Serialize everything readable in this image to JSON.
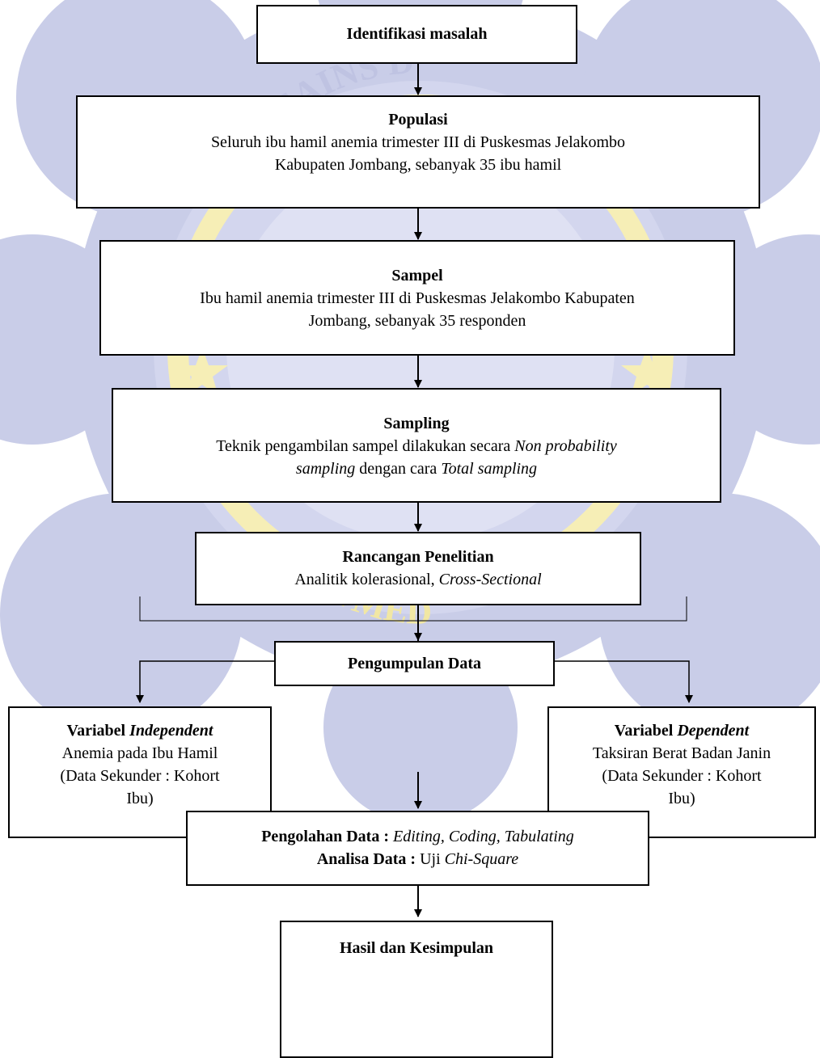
{
  "colors": {
    "watermark": "#c9cde8",
    "watermark_gold": "#f6eeb6",
    "border": "#000000"
  },
  "boxes": {
    "identifikasi": {
      "title": "Identifikasi masalah"
    },
    "populasi": {
      "title": "Populasi",
      "line1": "Seluruh ibu hamil anemia trimester III di Puskesmas Jelakombo",
      "line2": "Kabupaten Jombang, sebanyak 35 ibu hamil"
    },
    "sampel": {
      "title": "Sampel",
      "line1": "Ibu hamil anemia trimester III di Puskesmas Jelakombo Kabupaten",
      "line2": "Jombang, sebanyak 35 responden"
    },
    "sampling": {
      "title": "Sampling",
      "line1_a": "Teknik pengambilan sampel dilakukan secara ",
      "line1_b": "Non probability",
      "line2_a": "sampling",
      "line2_b": " dengan cara ",
      "line2_c": "Total sampling"
    },
    "rancangan": {
      "title": "Rancangan Penelitian",
      "line1_a": "Analitik kolerasional, ",
      "line1_b": "Cross-Sectional"
    },
    "pengumpulan": {
      "title": "Pengumpulan Data"
    },
    "independent": {
      "title_a": "Variabel ",
      "title_b": "Independent",
      "line1": "Anemia pada Ibu Hamil",
      "line2": "(Data Sekunder : Kohort",
      "line3": "Ibu)"
    },
    "dependent": {
      "title_a": "Variabel ",
      "title_b": "Dependent",
      "line1": "Taksiran Berat Badan Janin",
      "line2": "(Data Sekunder : Kohort",
      "line3": "Ibu)"
    },
    "pengolahan": {
      "label1": "Pengolahan Data : ",
      "val1": "Editing, Coding, Tabulating",
      "label2": "Analisa Data : ",
      "val2_a": "Uji ",
      "val2_b": "Chi-Square"
    },
    "hasil": {
      "title": "Hasil dan Kesimpulan"
    }
  },
  "watermark": {
    "text_top": "LOGI SAINS D",
    "text_bottom": "GA MED"
  }
}
